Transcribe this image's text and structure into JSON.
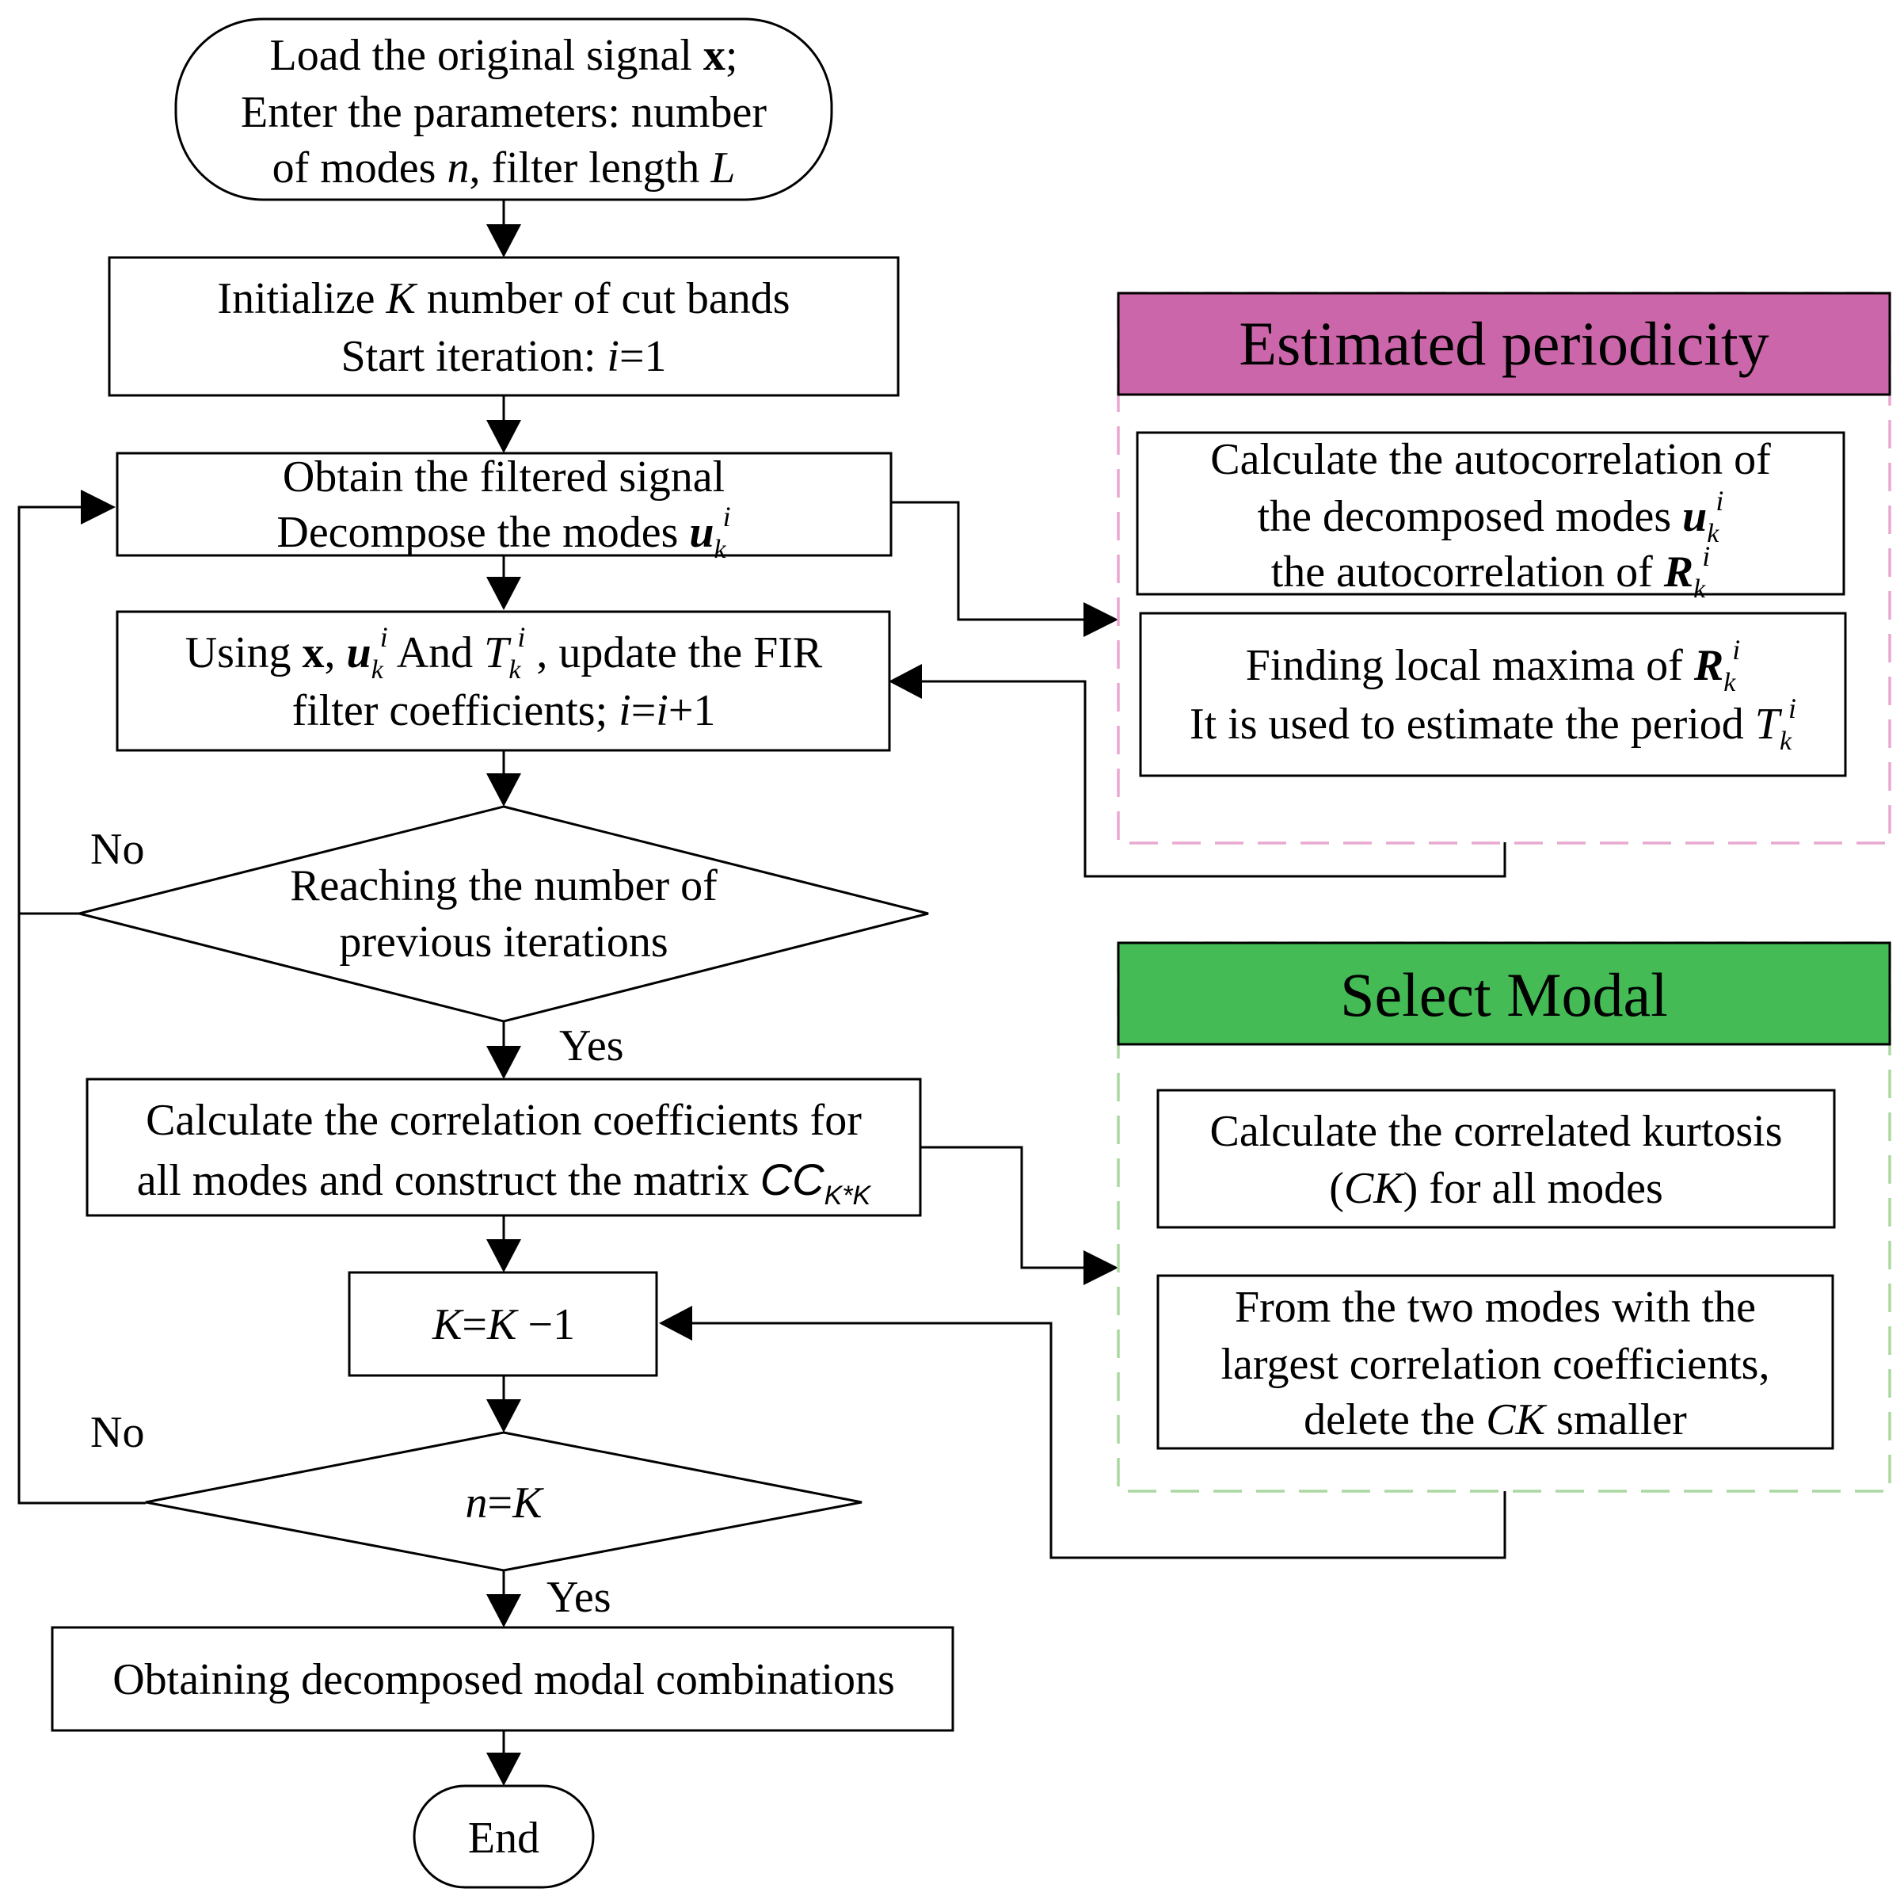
{
  "flow": {
    "start": {
      "line1_pre": "Load the original signal ",
      "line1_var": "x",
      "line1_post": ";",
      "line2": "Enter the parameters: number",
      "line3_pre": "of modes ",
      "line3_n": "n",
      "line3_mid": ", filter length ",
      "line3_L": "L"
    },
    "init": {
      "line1_pre": "Initialize ",
      "line1_K": "K",
      "line1_post": " number of cut bands",
      "line2_pre": "Start iteration: ",
      "line2_i": "i",
      "line2_post": "=1"
    },
    "obtain": {
      "line1": "Obtain the filtered signal",
      "line2_pre": "Decompose the modes ",
      "u": "u",
      "k": "k",
      "i": "i"
    },
    "update": {
      "line1_pre": "Using ",
      "x": "x",
      "comma": ", ",
      "u": "u",
      "k": "k",
      "i": "i",
      "and": " And ",
      "T": "T",
      "line1_post": " , update the FIR",
      "line2_pre": "filter coefficients; ",
      "i_eq": "i",
      "eq": "=",
      "i2": "i",
      "plus": "+1"
    },
    "decision1": {
      "line1": "Reaching the number of",
      "line2": "previous iterations",
      "no_label": "No",
      "yes_label": "Yes"
    },
    "correlation": {
      "line1": "Calculate the correlation coefficients for",
      "line2_pre": "all modes and construct the matrix ",
      "cc": "CC",
      "cc_sub": "K*K"
    },
    "decrement": {
      "K1": "K",
      "eq": "=",
      "K2": "K",
      "minus": " −1"
    },
    "decision2": {
      "n": "n",
      "eq": "=",
      "K": "K",
      "no_label": "No",
      "yes_label": "Yes"
    },
    "obtaining": {
      "text": "Obtaining decomposed modal combinations"
    },
    "end": {
      "text": "End"
    }
  },
  "periodicity_panel": {
    "title": "Estimated periodicity",
    "header_color": "#cc66aa",
    "border_color": "#e8a8d0",
    "box1": {
      "line1": "Calculate the autocorrelation of",
      "line2_pre": "the decomposed modes ",
      "u": "u",
      "k": "k",
      "i": "i",
      "line3_pre": "the autocorrelation of ",
      "R": "R",
      "k2": "k",
      "i2": "i"
    },
    "box2": {
      "line1_pre": "Finding local maxima of ",
      "R": "R",
      "k": "k",
      "i": "i",
      "line2_pre": "It is used to estimate the period ",
      "T": "T",
      "k2": "k",
      "i2": "i"
    }
  },
  "modal_panel": {
    "title": "Select Modal",
    "header_color": "#44bb55",
    "border_color": "#aad8a0",
    "box1": {
      "line1": "Calculate the correlated kurtosis",
      "line2_pre": "(",
      "CK": "CK",
      "line2_post": ") for all modes"
    },
    "box2": {
      "line1": "From the two modes with the",
      "line2": "largest correlation coefficients,",
      "line3_pre": "delete the ",
      "CK": "CK",
      "line3_post": " smaller"
    }
  }
}
